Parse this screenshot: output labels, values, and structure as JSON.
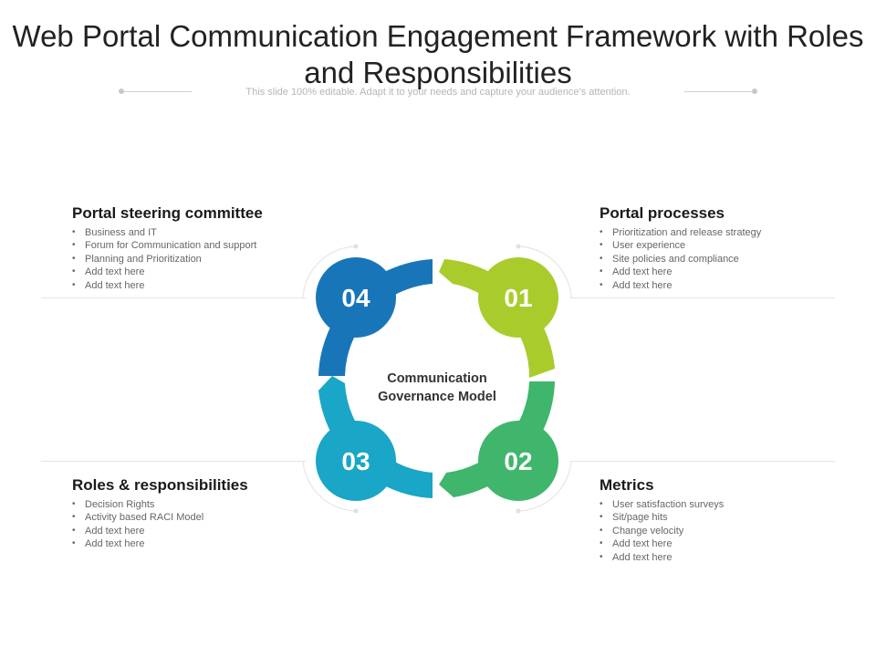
{
  "title": "Web Portal Communication Engagement Framework with Roles and Responsibilities",
  "subtitle": "This slide 100% editable. Adapt it to your needs and capture your audience’s attention.",
  "center": {
    "line1": "Communication",
    "line2": "Governance Model"
  },
  "steps": [
    {
      "num": "01",
      "color": "#a9cc2c",
      "heading": "Portal processes",
      "items": [
        "Prioritization and release strategy",
        "User experience",
        "Site policies and compliance",
        "Add text here",
        "Add text here"
      ]
    },
    {
      "num": "02",
      "color": "#3fb66b",
      "heading": "Metrics",
      "items": [
        "User satisfaction surveys",
        "Sit/page hits",
        "Change  velocity",
        "Add text here",
        "Add text here"
      ]
    },
    {
      "num": "03",
      "color": "#19a6c7",
      "heading": "Roles & responsibilities",
      "items": [
        "Decision Rights",
        "Activity based RACI Model",
        "Add text here",
        "Add text here"
      ]
    },
    {
      "num": "04",
      "color": "#1876b8",
      "heading": "Portal steering committee",
      "items": [
        "Business and IT",
        "Forum for Communication and support",
        "Planning and Prioritization",
        "Add text here",
        "Add text here"
      ]
    }
  ]
}
